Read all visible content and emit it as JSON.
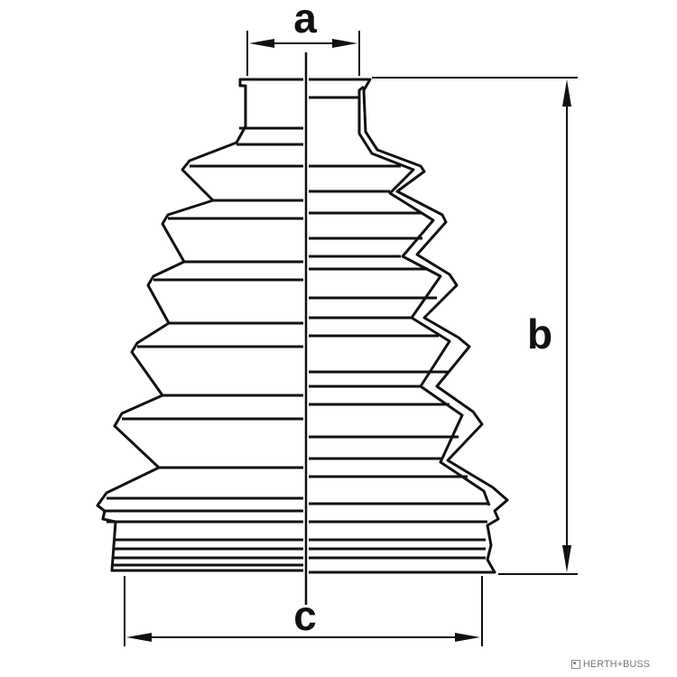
{
  "drawing": {
    "subject": "CV joint boot",
    "dimensions": [
      {
        "id": "a",
        "label": "a"
      },
      {
        "id": "b",
        "label": "b"
      },
      {
        "id": "c",
        "label": "c"
      }
    ]
  },
  "brand": {
    "text": "HERTH+BUSS"
  },
  "colors": {
    "line": "#111111",
    "background": "#ffffff"
  }
}
